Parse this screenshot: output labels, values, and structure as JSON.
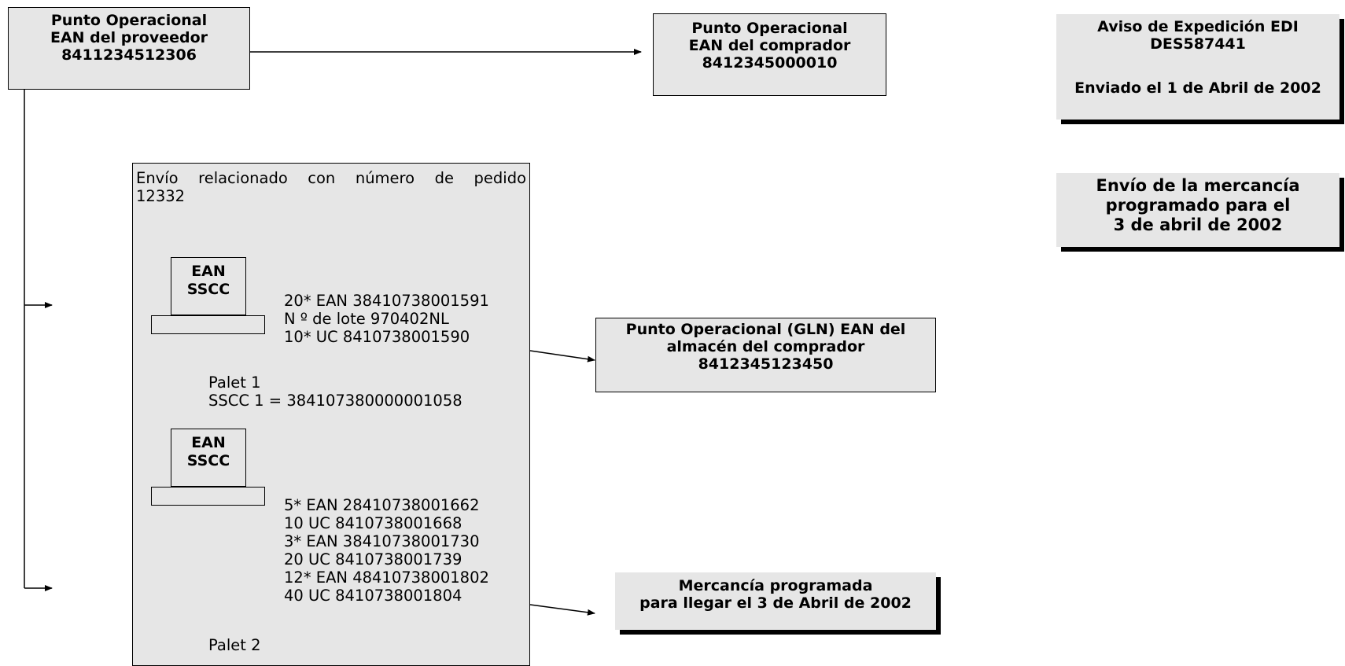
{
  "supplier": {
    "lines": [
      "Punto Operacional",
      "EAN del proveedor",
      "8411234512306"
    ]
  },
  "buyer": {
    "lines": [
      "Punto Operacional",
      "EAN del comprador",
      "8412345000010"
    ]
  },
  "edi_notice": {
    "lines": [
      "Aviso de Expedición EDI",
      "DES587441",
      "",
      "Enviado el 1 de Abril de 2002"
    ]
  },
  "scheduled_shipment": {
    "lines": [
      "Envío de la mercancía",
      "programado para el",
      "3 de abril de 2002"
    ]
  },
  "warehouse": {
    "lines": [
      "Punto Operacional (GLN) EAN del",
      "almacén del comprador",
      "8412345123450"
    ]
  },
  "arrival": {
    "lines": [
      "Mercancía programada",
      "para llegar el 3 de Abril de 2002"
    ]
  },
  "shipment": {
    "header": "Envío relacionado con número de pedido",
    "order_number": "12332",
    "pallets": [
      {
        "label_lines": [
          "EAN",
          "SSCC"
        ],
        "contents": [
          "20* EAN  38410738001591",
          "N º de lote  970402NL",
          "10* UC 8410738001590"
        ],
        "name": "Palet 1",
        "sscc": "SSCC 1 = 384107380000001058"
      },
      {
        "label_lines": [
          "EAN",
          "SSCC"
        ],
        "contents": [
          "5* EAN  28410738001662",
          "10 UC 8410738001668",
          "3* EAN  38410738001730",
          "20 UC 8410738001739",
          "12* EAN 48410738001802",
          "40 UC 8410738001804"
        ],
        "name": "Palet 2"
      }
    ]
  }
}
